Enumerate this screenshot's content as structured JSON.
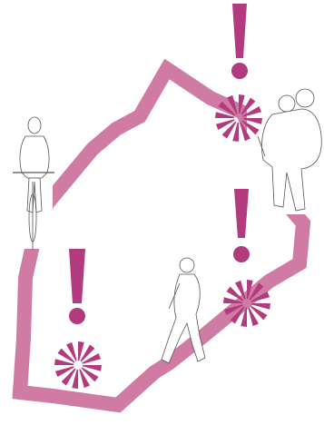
{
  "colors": {
    "path": "#cf7ba4",
    "alert": "#b23a7e",
    "figure_outline": "#ffffff",
    "figure_fill": "#ffffff",
    "background": "#ffffff"
  },
  "icons": {
    "exclamation": "exclamation-mark-icon",
    "burst": "starburst-icon",
    "cyclist": "cyclist-icon",
    "walker": "pedestrian-icon",
    "group": "pedestrian-group-icon"
  },
  "markers": [
    "marker-top",
    "marker-middle-right",
    "marker-left"
  ]
}
